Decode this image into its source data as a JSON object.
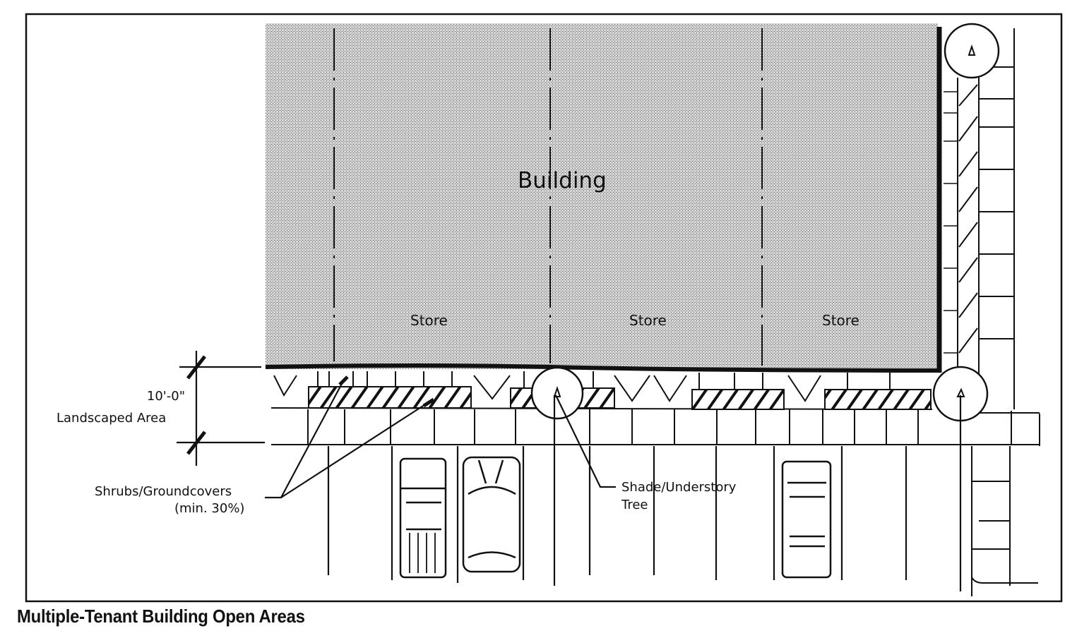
{
  "figure": {
    "caption": "Multiple-Tenant Building Open Areas",
    "building_label": "Building",
    "stores": [
      {
        "label": "Store"
      },
      {
        "label": "Store"
      },
      {
        "label": "Store"
      }
    ],
    "annotations": {
      "dimension_value": "10'-0\"",
      "dimension_label": "Landscaped Area",
      "shrubs_label": "Shrubs/Groundcovers",
      "shrubs_minimum": "(min. 30%)",
      "tree_label_line1": "Shade/Understory",
      "tree_label_line2": "Tree"
    },
    "colors": {
      "ink": "#111111",
      "building_fill": "#bdbdbd",
      "paper": "#ffffff"
    }
  }
}
